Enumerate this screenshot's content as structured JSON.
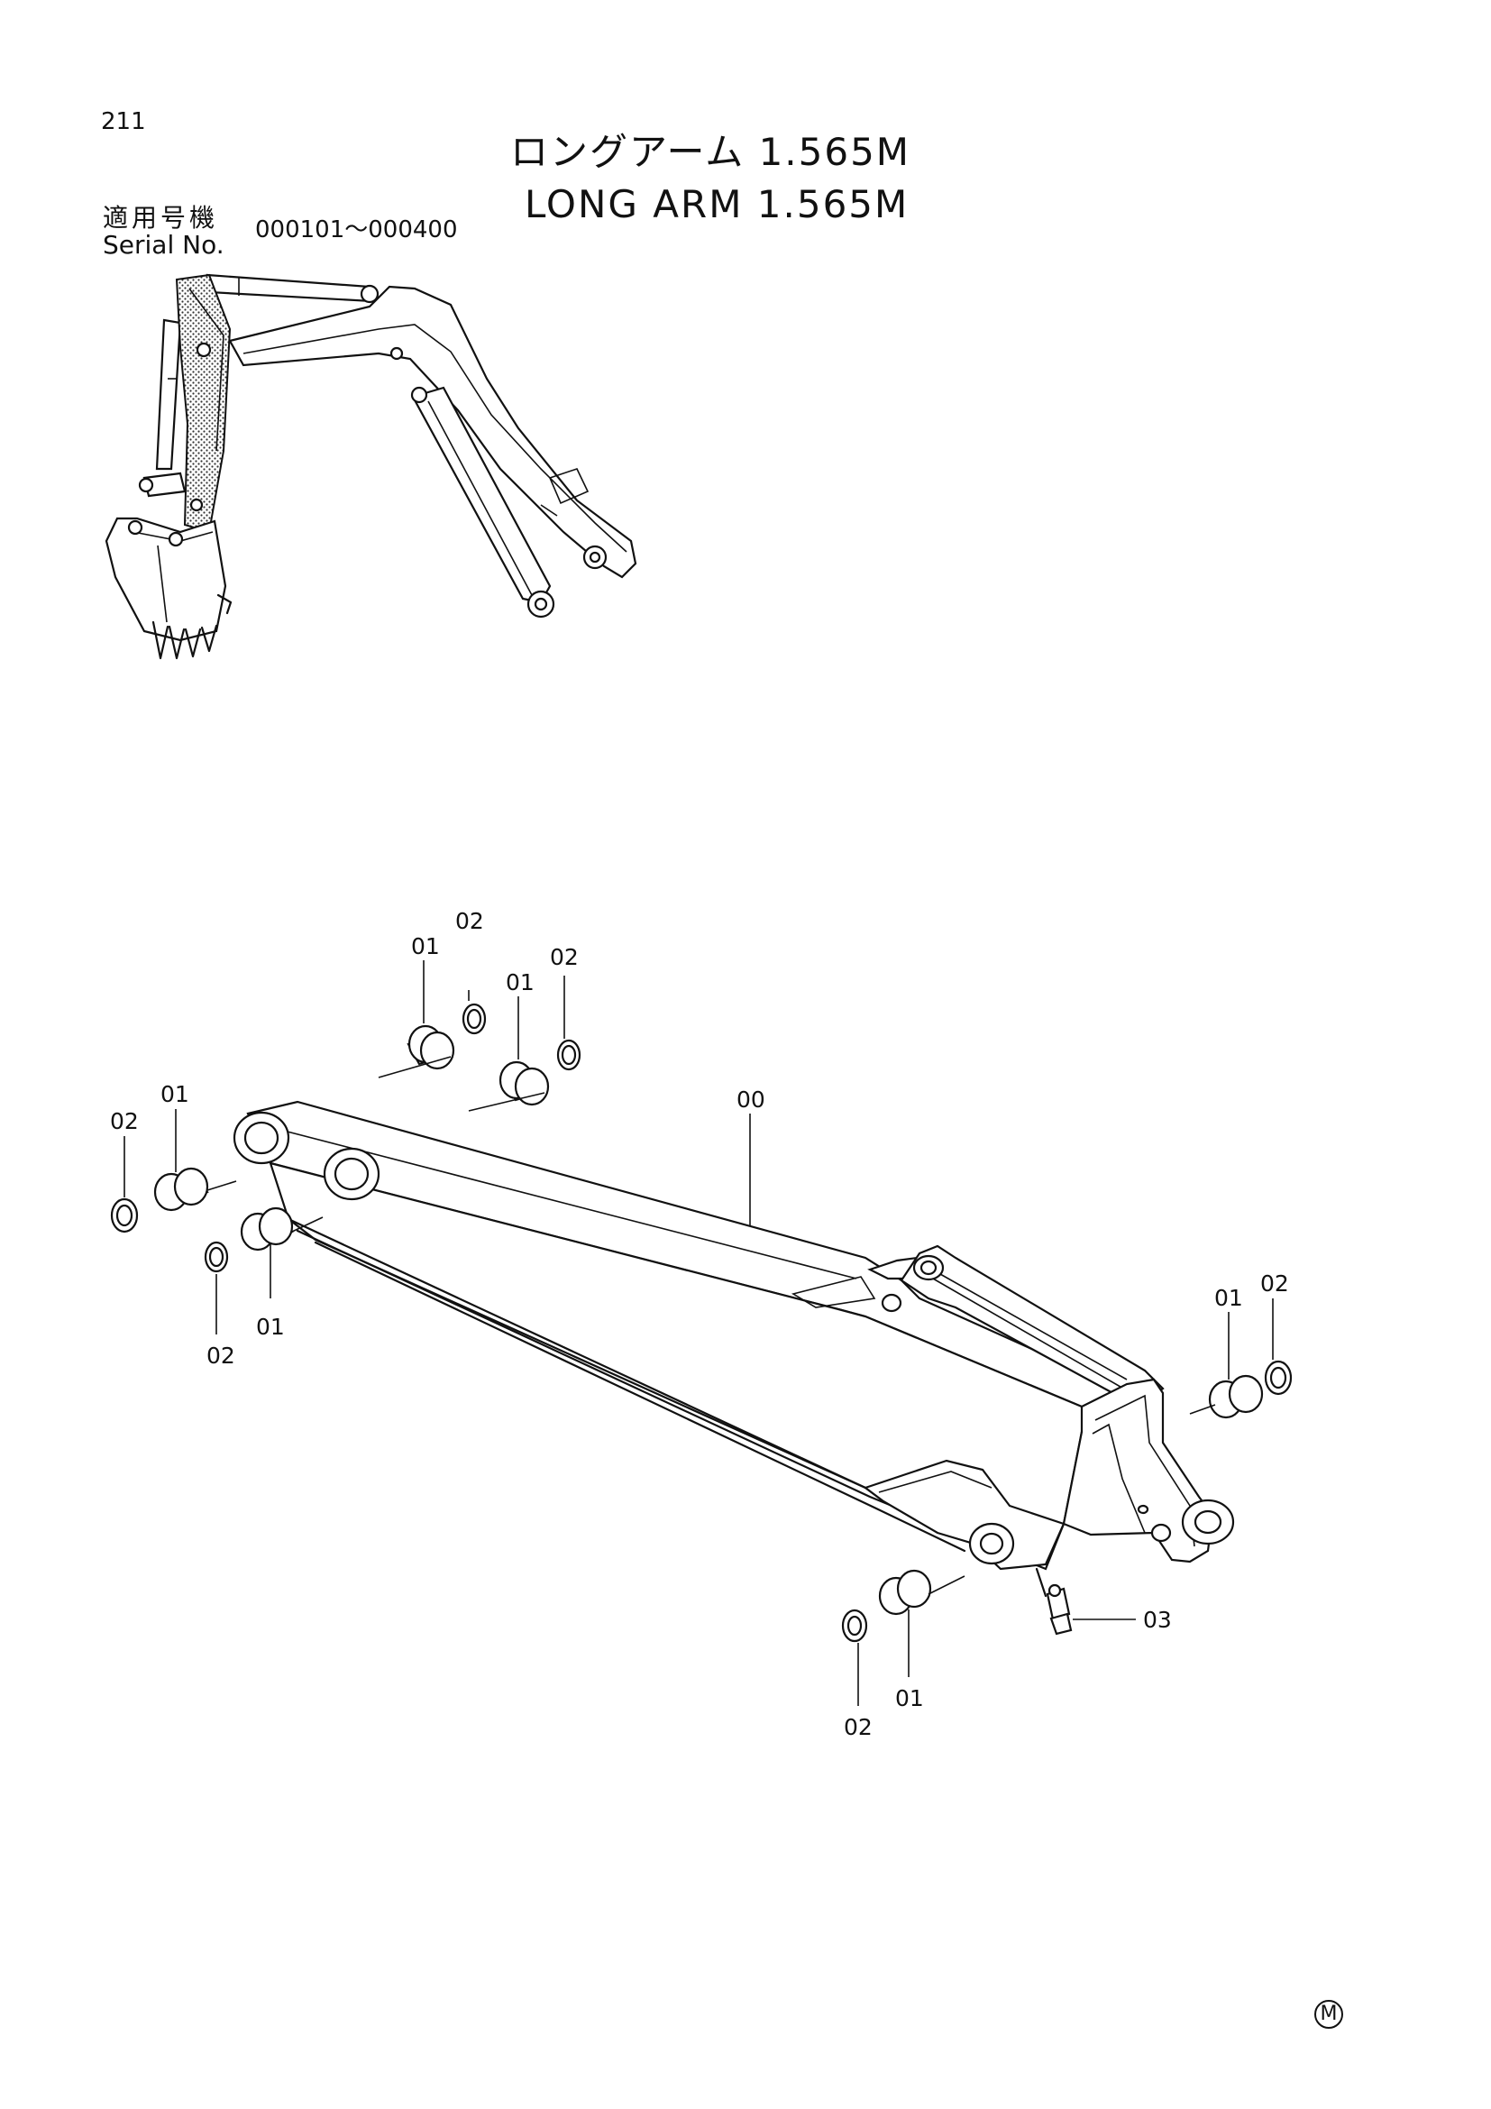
{
  "page_number": "211",
  "title": {
    "japanese": "ロングアーム 1.565M",
    "english": "LONG ARM 1.565M"
  },
  "serial": {
    "label_jp": "適用号機",
    "label_en": "Serial No.",
    "range": "000101～000400"
  },
  "part_callouts": {
    "arm": "00",
    "bushing": "01",
    "shim": "02",
    "grease_fitting": "03"
  },
  "footer_mark": "M"
}
